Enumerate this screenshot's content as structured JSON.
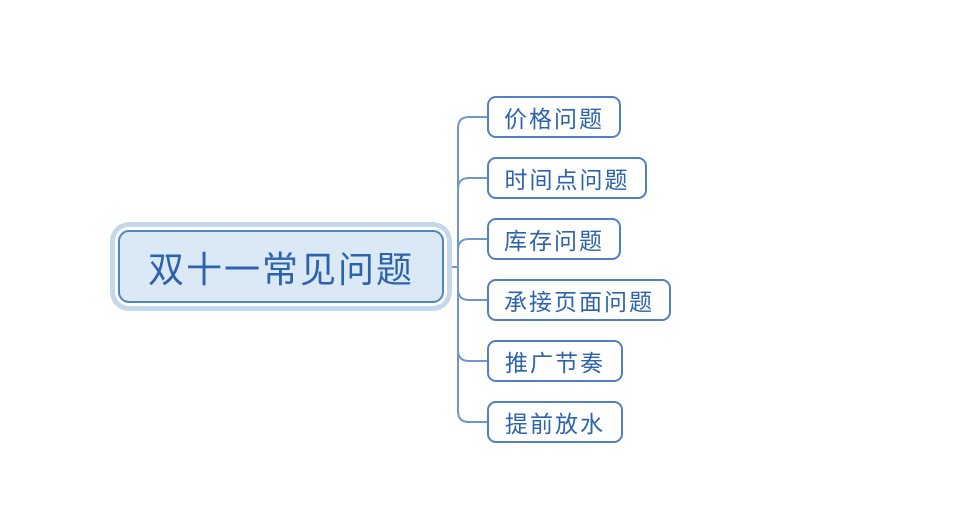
{
  "mindmap": {
    "root": {
      "label": "双十一常见问题"
    },
    "children": [
      {
        "label": "价格问题"
      },
      {
        "label": "时间点问题"
      },
      {
        "label": "库存问题"
      },
      {
        "label": "承接页面问题"
      },
      {
        "label": "推广节奏"
      },
      {
        "label": "提前放水"
      }
    ],
    "colors": {
      "background": "#ffffff",
      "node_text": "#2d63ae",
      "node_border": "#527fc4",
      "root_fill": "#dbe9f6",
      "root_border": "#4c86c8",
      "root_selection_halo": "#c5d8e9",
      "connector": "#7096cc"
    }
  }
}
